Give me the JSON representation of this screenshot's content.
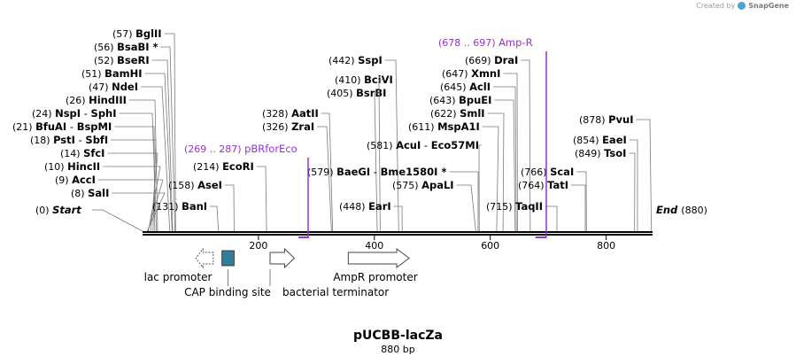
{
  "credit": {
    "prefix": "Created by",
    "brand": "SnapGene"
  },
  "map": {
    "name": "pUCBB-lacZa",
    "size_label": "880 bp",
    "length": 880,
    "scale_ticks": [
      "200",
      "400",
      "600",
      "800"
    ],
    "start_label": "Start",
    "start_pos": "(0)",
    "end_label": "End",
    "end_pos": "(880)"
  },
  "sites": [
    {
      "pos": "(8)",
      "name": "SalI",
      "bp": 8
    },
    {
      "pos": "(9)",
      "name": "AccI",
      "bp": 9
    },
    {
      "pos": "(10)",
      "name": "HincII",
      "bp": 10
    },
    {
      "pos": "(14)",
      "name": "SfcI",
      "bp": 14
    },
    {
      "pos": "(18)",
      "name": "PstI",
      "name2": "SbfI",
      "bp": 18
    },
    {
      "pos": "(21)",
      "name": "BfuAI",
      "name2": "BspMI",
      "bp": 21
    },
    {
      "pos": "(24)",
      "name": "NspI",
      "name2": "SphI",
      "bp": 24
    },
    {
      "pos": "(26)",
      "name": "HindIII",
      "bp": 26
    },
    {
      "pos": "(47)",
      "name": "NdeI",
      "bp": 47
    },
    {
      "pos": "(51)",
      "name": "BamHI",
      "bp": 51
    },
    {
      "pos": "(52)",
      "name": "BseRI",
      "bp": 52
    },
    {
      "pos": "(56)",
      "name": "BsaBI",
      "star": "*",
      "bp": 56
    },
    {
      "pos": "(57)",
      "name": "BglII",
      "bp": 57
    },
    {
      "pos": "(131)",
      "name": "BanI",
      "bp": 131
    },
    {
      "pos": "(158)",
      "name": "AseI",
      "bp": 158
    },
    {
      "pos": "(214)",
      "name": "EcoRI",
      "bp": 214
    },
    {
      "pos": "(326)",
      "name": "ZraI",
      "bp": 326
    },
    {
      "pos": "(328)",
      "name": "AatII",
      "bp": 328
    },
    {
      "pos": "(405)",
      "name": "BsrBI",
      "bp": 405
    },
    {
      "pos": "(410)",
      "name": "BciVI",
      "bp": 410
    },
    {
      "pos": "(442)",
      "name": "SspI",
      "bp": 442
    },
    {
      "pos": "(448)",
      "name": "EarI",
      "bp": 448
    },
    {
      "pos": "(575)",
      "name": "ApaLI",
      "bp": 575
    },
    {
      "pos": "(579)",
      "name": "BaeGI",
      "name2": "Bme1580I",
      "star": "*",
      "bp": 579
    },
    {
      "pos": "(581)",
      "name": "AcuI",
      "name2": "Eco57MI",
      "bp": 581
    },
    {
      "pos": "(611)",
      "name": "MspA1I",
      "bp": 611
    },
    {
      "pos": "(622)",
      "name": "SmlI",
      "bp": 622
    },
    {
      "pos": "(643)",
      "name": "BpuEI",
      "bp": 643
    },
    {
      "pos": "(645)",
      "name": "AclI",
      "bp": 645
    },
    {
      "pos": "(647)",
      "name": "XmnI",
      "bp": 647
    },
    {
      "pos": "(669)",
      "name": "DraI",
      "bp": 669
    },
    {
      "pos": "(715)",
      "name": "TaqII",
      "bp": 715
    },
    {
      "pos": "(764)",
      "name": "TatI",
      "bp": 764
    },
    {
      "pos": "(766)",
      "name": "ScaI",
      "bp": 766
    },
    {
      "pos": "(849)",
      "name": "TsoI",
      "bp": 849
    },
    {
      "pos": "(854)",
      "name": "EaeI",
      "bp": 854
    },
    {
      "pos": "(878)",
      "name": "PvuI",
      "bp": 878
    }
  ],
  "primers": [
    {
      "range": "(269 .. 287)",
      "name": "pBRforEco",
      "start": 269,
      "end": 287,
      "color": "#9b2fcf"
    },
    {
      "range": "(678 .. 697)",
      "name": "Amp-R",
      "start": 678,
      "end": 697,
      "color": "#9b2fcf"
    }
  ],
  "features": [
    {
      "name": "lac promoter",
      "type": "promoter-rev",
      "start": 92,
      "end": 122
    },
    {
      "name": "CAP binding site",
      "type": "box",
      "start": 137,
      "end": 158,
      "color": "#2f7f9a"
    },
    {
      "name": "bacterial terminator",
      "type": "arrow-fwd",
      "start": 220,
      "end": 262
    },
    {
      "name": "AmpR promoter",
      "type": "arrow-fwd",
      "start": 355,
      "end": 460
    }
  ]
}
